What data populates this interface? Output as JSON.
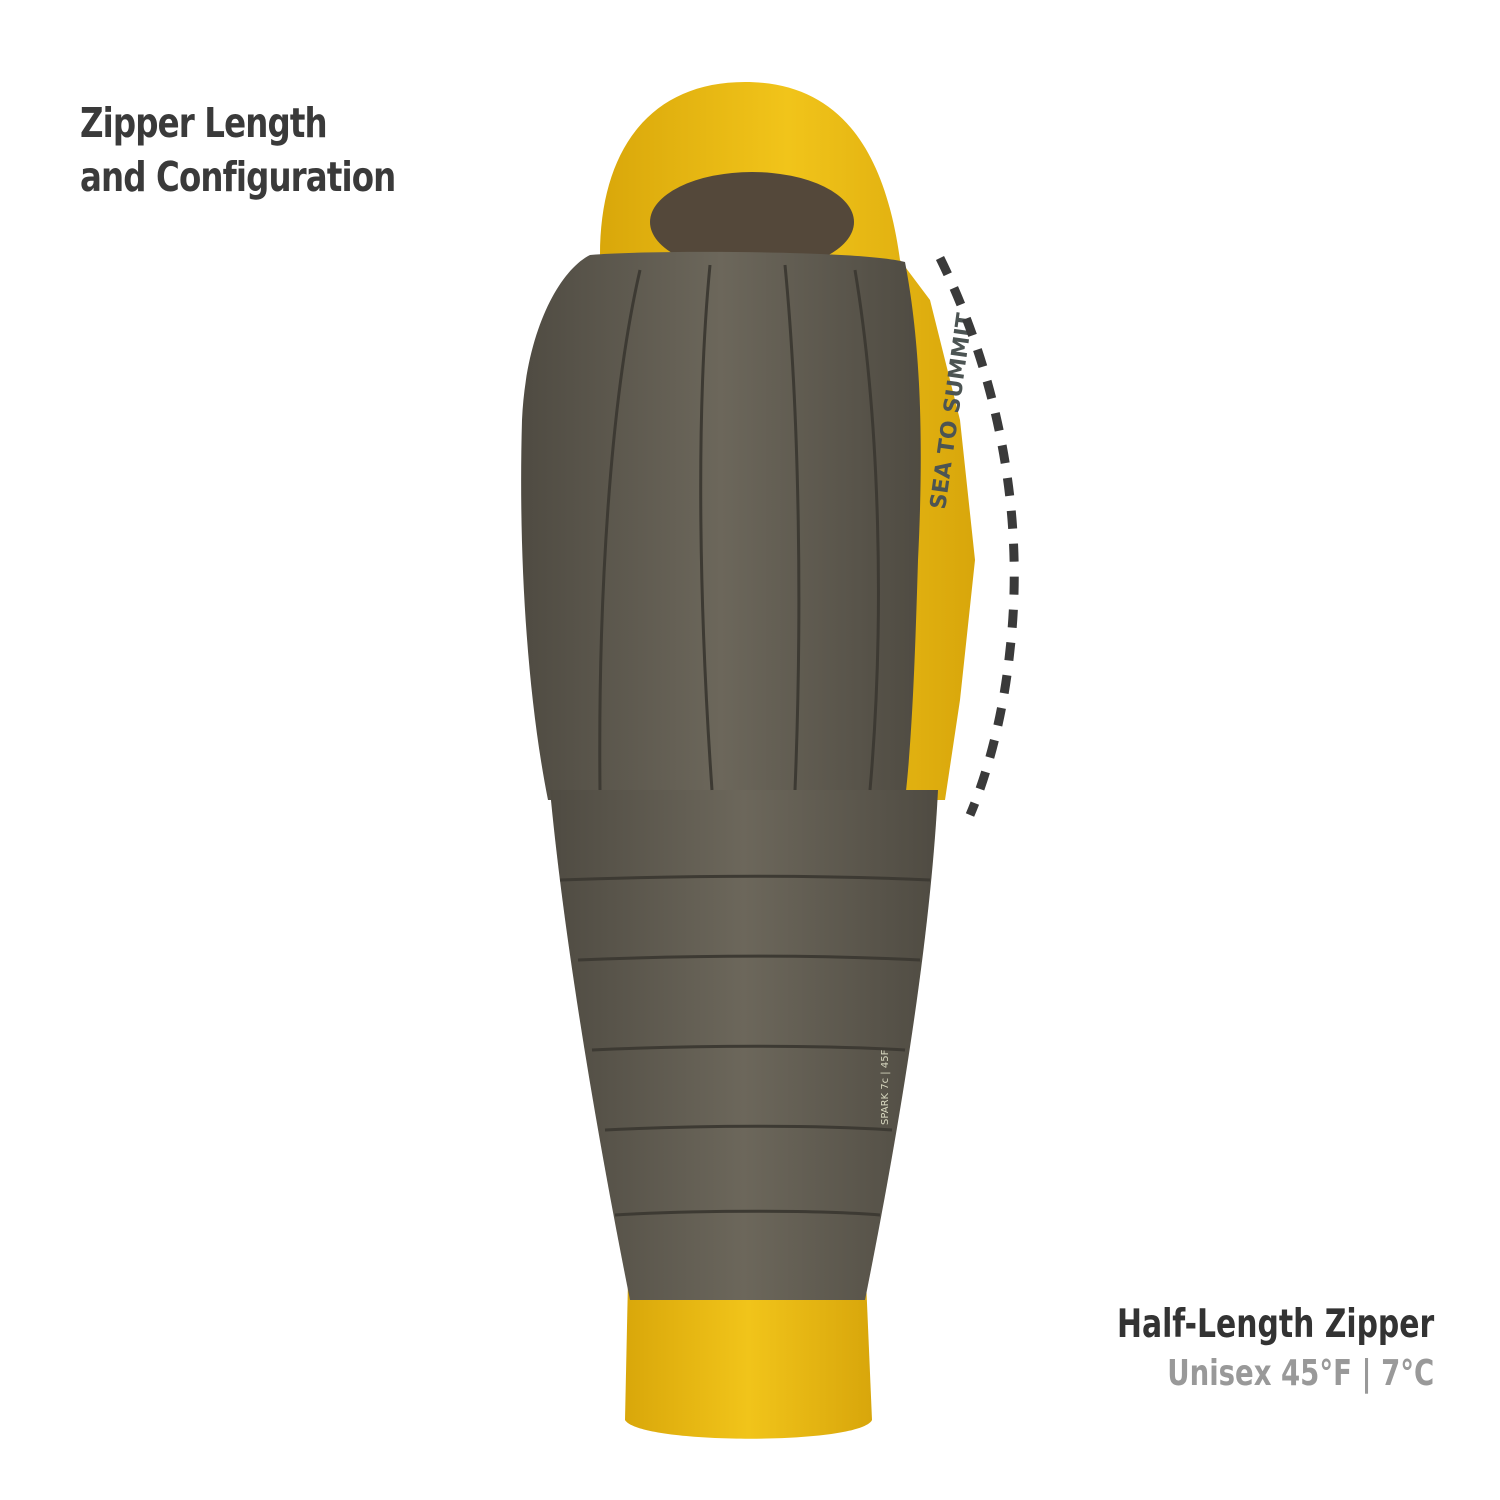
{
  "heading": {
    "line1": "Zipper Length",
    "line2": "and Configuration"
  },
  "caption": {
    "title": "Half-Length Zipper",
    "subtitle": "Unisex 45°F | 7°C"
  },
  "product": {
    "brand_logo": "SEA TO SUMMIT",
    "model_label": "SPARK 7c | 45F",
    "colors": {
      "shell": "#5e5a4f",
      "accent": "#e8b70f",
      "zipper_indicator": "#3a3a3a"
    }
  }
}
